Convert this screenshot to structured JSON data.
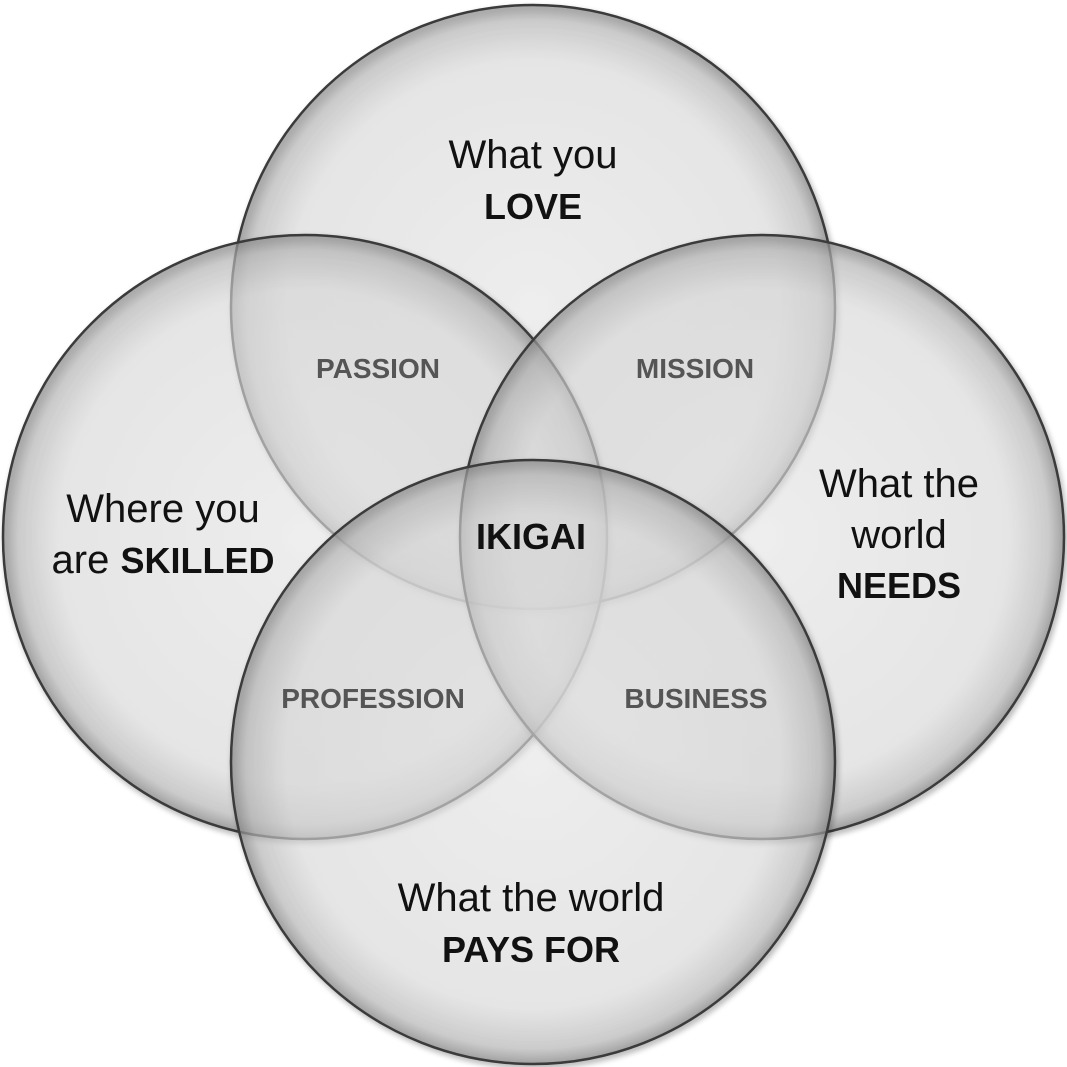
{
  "circles": {
    "love": {
      "line1": "What you",
      "emphasis": "LOVE"
    },
    "skilled": {
      "line1": "Where you",
      "line2_prefix": "are ",
      "emphasis": "SKILLED"
    },
    "needs": {
      "line1": "What the",
      "line2": "world",
      "emphasis": "NEEDS"
    },
    "pays": {
      "line1": "What the world",
      "emphasis": "PAYS FOR"
    }
  },
  "overlaps": {
    "passion": "PASSION",
    "mission": "MISSION",
    "profession": "PROFESSION",
    "business": "BUSINESS"
  },
  "center": "IKIGAI",
  "colors": {
    "circle_fill": "#e6e6e6",
    "circle_stroke": "#3a3a3a",
    "overlap_text": "#555555",
    "text": "#111111"
  }
}
